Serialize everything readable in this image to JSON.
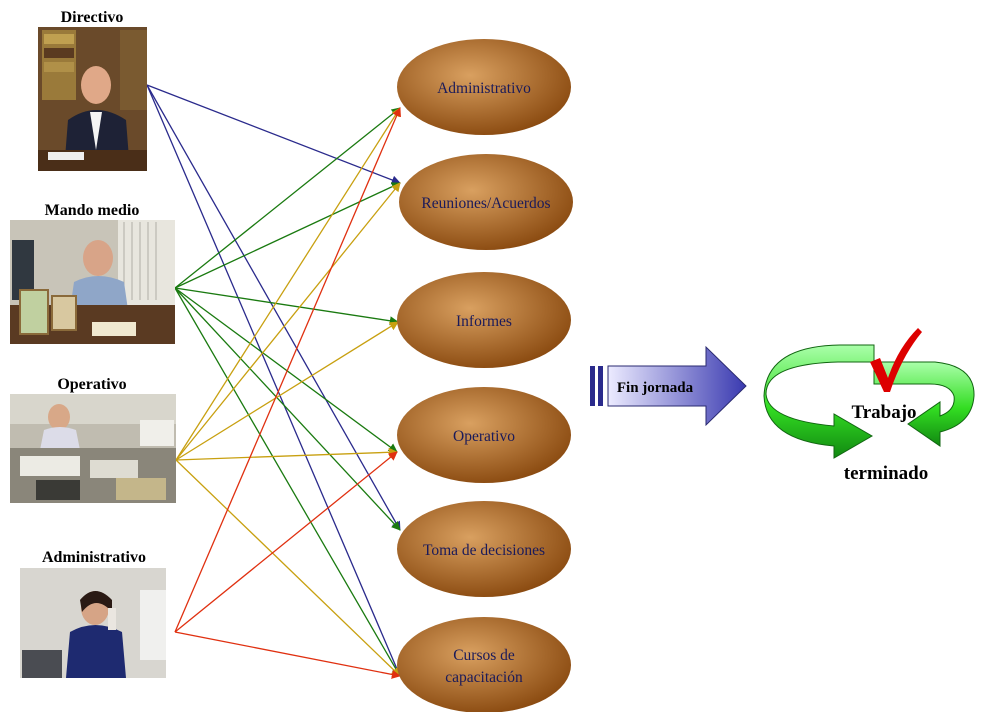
{
  "roles": [
    {
      "id": "directivo",
      "label": "Directivo"
    },
    {
      "id": "mando-medio",
      "label": "Mando medio"
    },
    {
      "id": "operativo",
      "label": "Operativo"
    },
    {
      "id": "administrativo",
      "label": "Administrativo"
    }
  ],
  "activities": [
    {
      "id": "administrativo",
      "lines": [
        "Administrativo"
      ]
    },
    {
      "id": "reuniones",
      "lines": [
        "Reuniones/Acuerdos"
      ]
    },
    {
      "id": "informes",
      "lines": [
        "Informes"
      ]
    },
    {
      "id": "operativo",
      "lines": [
        "Operativo"
      ]
    },
    {
      "id": "decisiones",
      "lines": [
        "Toma de decisiones"
      ]
    },
    {
      "id": "cursos",
      "lines": [
        "Cursos de",
        "capacitación"
      ]
    }
  ],
  "colors": {
    "directivo": "#2a2a8c",
    "mando-medio": "#1a7a10",
    "operativo": "#c8a010",
    "administrativo": "#e03010",
    "ellipse_light": "#d9a060",
    "ellipse_dark": "#8a4a10",
    "arrow_light": "#ecebff",
    "arrow_dark": "#3a3ab0",
    "cycle_green": "#33dd22",
    "check_red": "#dd0000"
  },
  "links": [
    {
      "from": "directivo",
      "to": "reuniones"
    },
    {
      "from": "directivo",
      "to": "decisiones"
    },
    {
      "from": "directivo",
      "to": "cursos"
    },
    {
      "from": "mando-medio",
      "to": "administrativo"
    },
    {
      "from": "mando-medio",
      "to": "reuniones"
    },
    {
      "from": "mando-medio",
      "to": "informes"
    },
    {
      "from": "mando-medio",
      "to": "operativo"
    },
    {
      "from": "mando-medio",
      "to": "decisiones"
    },
    {
      "from": "mando-medio",
      "to": "cursos"
    },
    {
      "from": "operativo",
      "to": "administrativo"
    },
    {
      "from": "operativo",
      "to": "reuniones"
    },
    {
      "from": "operativo",
      "to": "informes"
    },
    {
      "from": "operativo",
      "to": "operativo"
    },
    {
      "from": "operativo",
      "to": "cursos"
    },
    {
      "from": "administrativo",
      "to": "administrativo"
    },
    {
      "from": "administrativo",
      "to": "operativo"
    },
    {
      "from": "administrativo",
      "to": "cursos"
    }
  ],
  "fin_jornada": "Fin jornada",
  "result": {
    "line1": "Trabajo",
    "line2": "terminado"
  }
}
